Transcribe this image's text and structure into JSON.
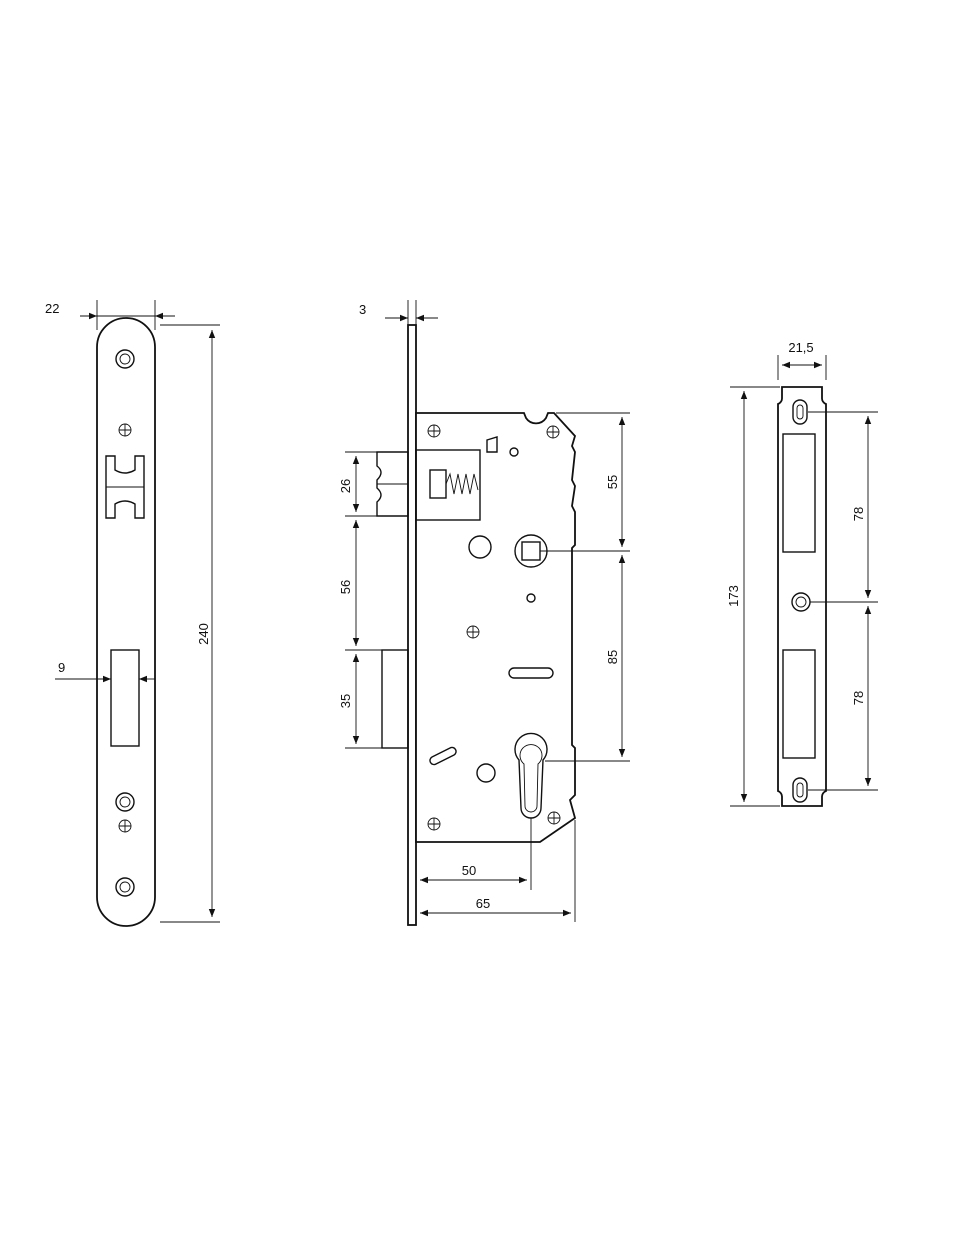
{
  "dimensions": {
    "faceplate_width": "22",
    "faceplate_length": "240",
    "faceplate_slot": "9",
    "front_thickness": "3",
    "latch_height": "26",
    "latch_to_bolt": "56",
    "bolt_height": "35",
    "top_to_follower": "55",
    "follower_to_cylinder": "85",
    "backset": "50",
    "case_depth": "65",
    "strike_width": "21,5",
    "strike_length": "173",
    "strike_spacing_top": "78",
    "strike_spacing_bottom": "78"
  },
  "colors": {
    "line": "#111111",
    "background": "#ffffff"
  }
}
